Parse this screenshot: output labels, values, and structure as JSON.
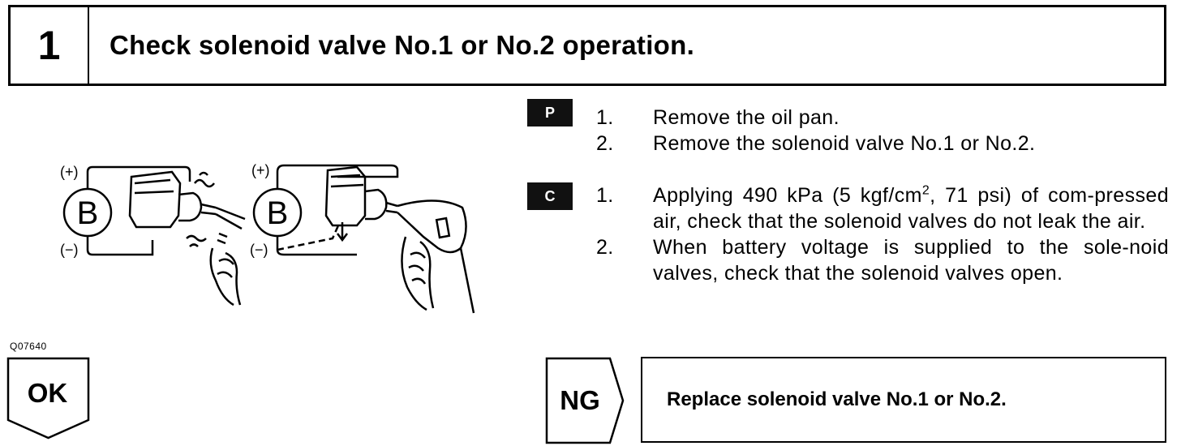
{
  "step": {
    "number": "1",
    "title": "Check solenoid valve No.1 or No.2 operation."
  },
  "figure": {
    "code": "Q07640",
    "battery_label": "B",
    "plus": "(+)",
    "minus": "(−)"
  },
  "procedure": {
    "tag": "P",
    "items": [
      {
        "num": "1.",
        "text": "Remove the oil pan."
      },
      {
        "num": "2.",
        "text": "Remove the solenoid valve No.1 or No.2."
      }
    ]
  },
  "check": {
    "tag": "C",
    "items": [
      {
        "num": "1.",
        "text_pre": "Applying 490 kPa (5 kgf/cm",
        "sup": "2",
        "text_post": ", 71 psi) of com-pressed air, check that the solenoid valves do not leak the air."
      },
      {
        "num": "2.",
        "text": "When battery voltage is supplied to the sole-noid valves, check that the solenoid valves open."
      }
    ]
  },
  "results": {
    "ok_label": "OK",
    "ng_label": "NG",
    "ng_action": "Replace solenoid valve No.1 or No.2."
  }
}
